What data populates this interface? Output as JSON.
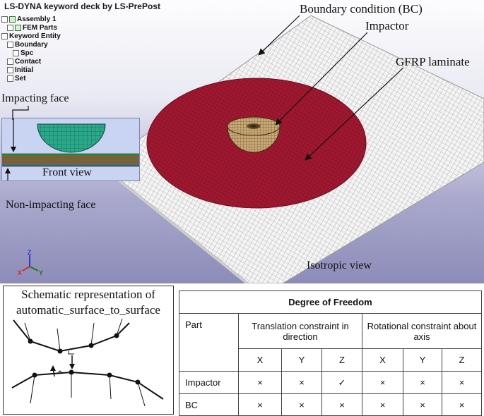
{
  "viewport": {
    "title": "LS-DYNA keyword deck by LS-PrePost",
    "tree": [
      {
        "label": "Assembly 1",
        "level": 0,
        "icon": "expand-checkbox"
      },
      {
        "label": "FEM Parts",
        "level": 1,
        "icon": "expand-checkbox"
      },
      {
        "label": "Keyword Entity",
        "level": 0,
        "icon": "expand"
      },
      {
        "label": "Boundary",
        "level": 1,
        "icon": "expand"
      },
      {
        "label": "Spc",
        "level": 2,
        "icon": "expand"
      },
      {
        "label": "Contact",
        "level": 1,
        "icon": "expand"
      },
      {
        "label": "Initial",
        "level": 1,
        "icon": "expand"
      },
      {
        "label": "Set",
        "level": 1,
        "icon": "expand"
      }
    ],
    "annotations": {
      "boundary_condition": "Boundary condition (BC)",
      "impactor": "Impactor",
      "gfrp": "GFRP laminate",
      "impacting_face": "Impacting face",
      "front_view": "Front view",
      "non_impacting_face": "Non-impacting face",
      "isotropic_view": "Isotropic view"
    },
    "axis": {
      "z": "Z",
      "x": "X",
      "y": "Y"
    },
    "colors": {
      "laminate": "#a01830",
      "impactor": "#c8a873",
      "plate_mesh": "#f2f2f2",
      "inset_impactor": "#2aa88a"
    }
  },
  "schematic": {
    "title_line1": "Schematic representation of",
    "title_line2": "automatic_surface_to_surface"
  },
  "table": {
    "title": "Degree of Freedom",
    "part_header": "Part",
    "translation_header": "Translation constraint in direction",
    "rotation_header": "Rotational constraint about axis",
    "axes": [
      "X",
      "Y",
      "Z",
      "X",
      "Y",
      "Z"
    ],
    "rows": [
      {
        "part": "Impactor",
        "values": [
          "×",
          "×",
          "✓",
          "×",
          "×",
          "×"
        ]
      },
      {
        "part": "BC",
        "values": [
          "×",
          "×",
          "×",
          "×",
          "×",
          "×"
        ]
      }
    ]
  }
}
